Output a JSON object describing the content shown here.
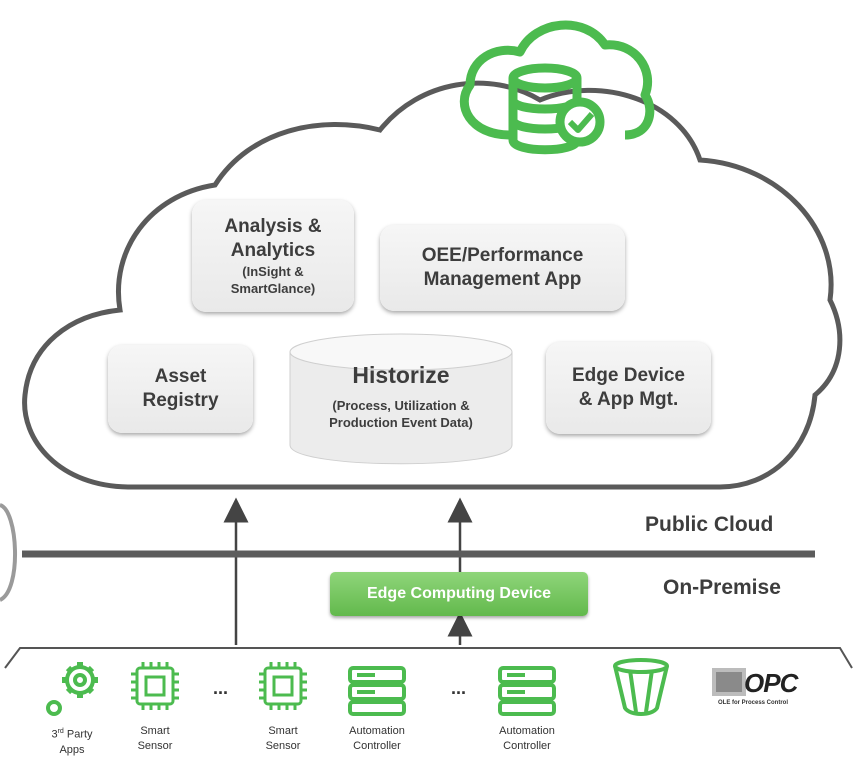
{
  "cloud_boxes": {
    "analysis": {
      "line1": "Analysis &",
      "line2": "Analytics",
      "line3": "(InSight &",
      "line4": "SmartGlance)"
    },
    "oee": {
      "line1": "OEE/Performance",
      "line2": "Management  App"
    },
    "asset": {
      "line1": "Asset",
      "line2": "Registry"
    },
    "historize": {
      "title": "Historize",
      "line1": "(Process, Utilization &",
      "line2": "Production Event Data)"
    },
    "edge_mgmt": {
      "line1": "Edge Device",
      "line2": "& App Mgt."
    }
  },
  "zones": {
    "public": "Public Cloud",
    "onprem": "On-Premise"
  },
  "edge_device": "Edge Computing Device",
  "devices": [
    {
      "line1_pre": "3",
      "line1_sup": "rd",
      "line1_post": " Party",
      "line2": "Apps",
      "icon": "gears-icon"
    },
    {
      "line1": "Smart",
      "line2": "Sensor",
      "icon": "chip-icon"
    },
    {
      "line1": "Smart",
      "line2": "Sensor",
      "icon": "chip-icon"
    },
    {
      "line1": "Automation",
      "line2": "Controller",
      "icon": "controller-icon"
    },
    {
      "line1": "Automation",
      "line2": "Controller",
      "icon": "controller-icon"
    }
  ],
  "ellipsis": "...",
  "opc": {
    "logo": "OPC",
    "tagline": "OLE for Process Control"
  },
  "colors": {
    "green": "#4cbb4f",
    "green_dark": "#3aa544",
    "line": "#555555",
    "box_text": "#3d3d3d"
  }
}
